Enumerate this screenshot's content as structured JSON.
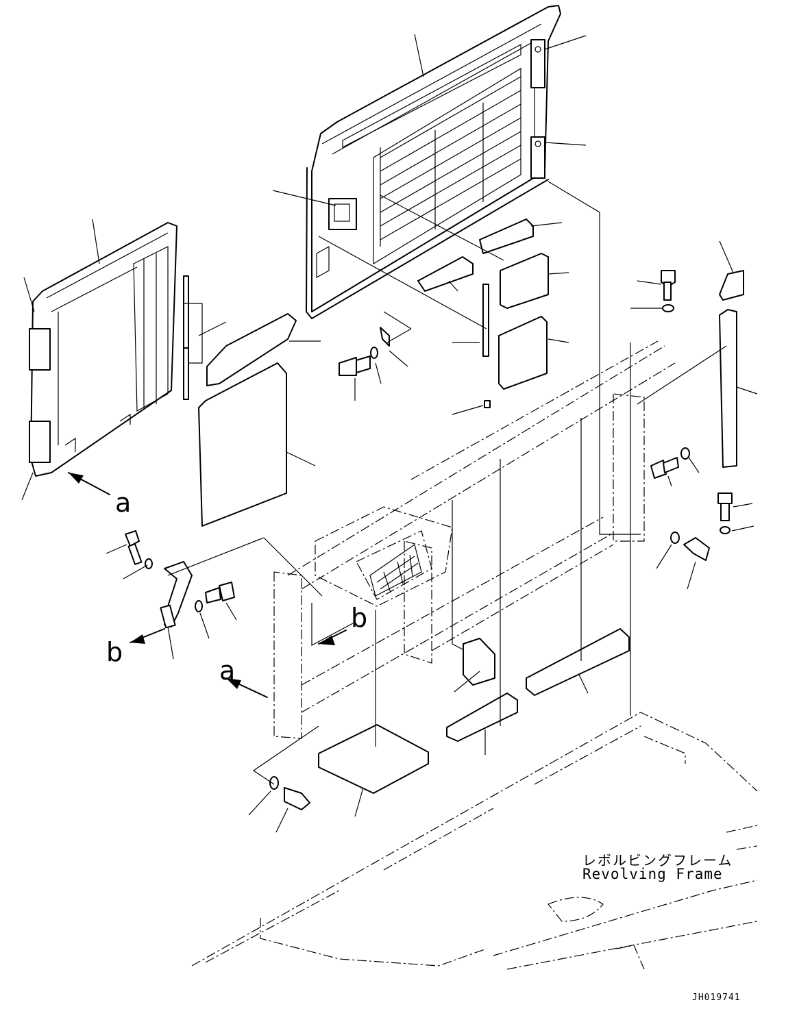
{
  "view_markers": {
    "a": "a",
    "b": "b"
  },
  "callouts": {
    "revolving_frame_jp": "レボルビングフレーム",
    "revolving_frame_en": "Revolving Frame"
  },
  "drawing_number": "JH019741"
}
